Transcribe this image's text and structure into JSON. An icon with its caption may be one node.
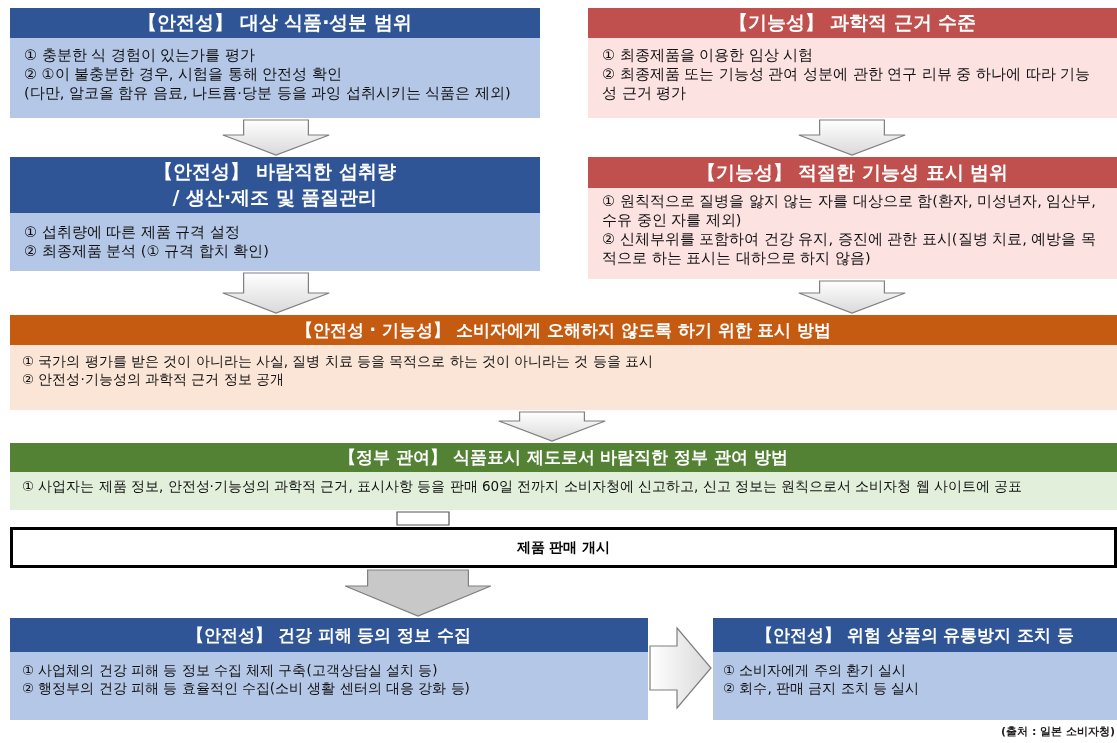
{
  "diagram": {
    "nodes": [
      {
        "text": [
          "【안전성】 대상 식품·성분 범위",
          "① 충분한 식 경험이 있는가를 평가",
          "② ①이 불충분한 경우, 시험을 통해 안전성 확인",
          "(다만, 알코올 함유 음료, 나트륨·당분 등을 과잉 섭취시키는 식품은 제외)"
        ]
      },
      {
        "text": [
          "【기능성】 과학적 근거 수준",
          "① 최종제품을 이용한 임상 시험",
          "② 최종제품 또는 기능성 관여 성분에 관한 연구 리뷰 중 하나에 따라 기능성 근거 평가"
        ]
      },
      {
        "text": [
          "【안전성】 바람직한 섭취량 / 생산·제조 및 품질관리",
          "① 섭취량에 따른 제품 규격 설정",
          "② 최종제품 분석 (① 규격 합치 확인)"
        ]
      },
      {
        "text": [
          "【기능성】 적절한 기능성 표시 범위",
          "① 원칙적으로 질병을 앓지 않는 자를 대상으로 함(환자, 미성년자, 임산부, 수유 중인 자를 제외)",
          "② 신체부위를 포함하여 건강 유지, 증진에 관한 표시(질병 치료, 예방을 목적으로 하는 표시는 대하으로 하지 않음)"
        ]
      },
      {
        "text": [
          "【안전성 · 기능성】 소비자에게 오해하지 않도록 하기 위한 표시 방법",
          "① 국가의 평가를 받은 것이 아니라는 사실, 질병 치료 등을 목적으로 하는 것이 아니라는 것 등을 표시",
          "② 안전성·기능성의 과학적 근거 정보 공개"
        ]
      },
      {
        "text": [
          "【정부 관여】 식품표시 제도로서 바람직한 정부 관여 방법",
          "① 사업자는 제품 정보, 안전성·기능성의 과학적 근거, 표시사항 등을 판매 60일 전까지 소비자청에 신고하고, 신고 정보는 원칙으로서 소비자청 웹 사이트에 공표"
        ]
      },
      {
        "text": [
          "제품 판매 개시"
        ]
      },
      {
        "text": [
          "【안전성】 건강 피해 등의 정보 수집",
          "① 사업체의 건강 피해 등 정보 수집 체제 구축(고객상담실 설치 등)",
          "② 행정부의 건강 피해 등 효율적인 수집(소비 생활 센터의 대응 강화 등)"
        ]
      },
      {
        "text": [
          "【안전성】 위험 상품의 유통방지 조치 등",
          "① 소비자에게 주의 환기 실시",
          "② 회수, 판매 금지 조치 등 실시"
        ]
      }
    ],
    "edges": [
      {
        "from": 0,
        "to": 2,
        "arrow": "to"
      },
      {
        "from": 1,
        "to": 3,
        "arrow": "to"
      },
      {
        "from": 2,
        "to": 4,
        "arrow": "to"
      },
      {
        "from": 3,
        "to": 4,
        "arrow": "to"
      },
      {
        "from": 4,
        "to": 5,
        "arrow": "to"
      },
      {
        "from": 5,
        "to": 6,
        "arrow": "none"
      },
      {
        "from": 6,
        "to": 7,
        "arrow": "to",
        "style": "thick"
      },
      {
        "from": 7,
        "to": 8,
        "arrow": "to"
      }
    ],
    "labels": [
      "(출처 : 일본 소비자청)"
    ]
  }
}
